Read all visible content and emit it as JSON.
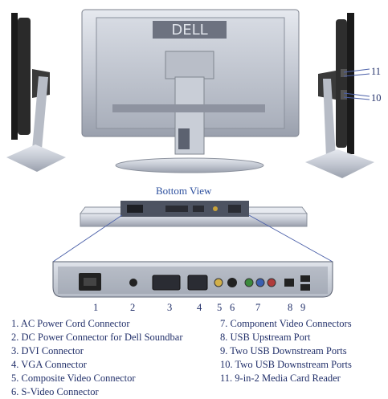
{
  "views": {
    "bottom_title": "Bottom View"
  },
  "side_callouts": [
    "11",
    "10"
  ],
  "connector_numbers": [
    "1",
    "2",
    "3",
    "4",
    "5",
    "6",
    "7",
    "8",
    "9"
  ],
  "legend_left": [
    "1. AC Power Cord Connector",
    "2. DC Power Connector for Dell Soundbar",
    "3. DVI Connector",
    "4. VGA Connector",
    "5. Composite Video Connector",
    "6. S-Video Connector"
  ],
  "legend_right": [
    "7. Component Video Connectors",
    "8. USB Upstream Port",
    "9. Two USB Downstream Ports",
    "10. Two USB Downstream Ports",
    "11. 9-in-2 Media Card Reader"
  ],
  "colors": {
    "text": "#22306a",
    "title": "#2c4f9e",
    "callout_line": "#4a5fa8",
    "bezel": "#1a1a1a",
    "silver": "#c7ccd6"
  }
}
